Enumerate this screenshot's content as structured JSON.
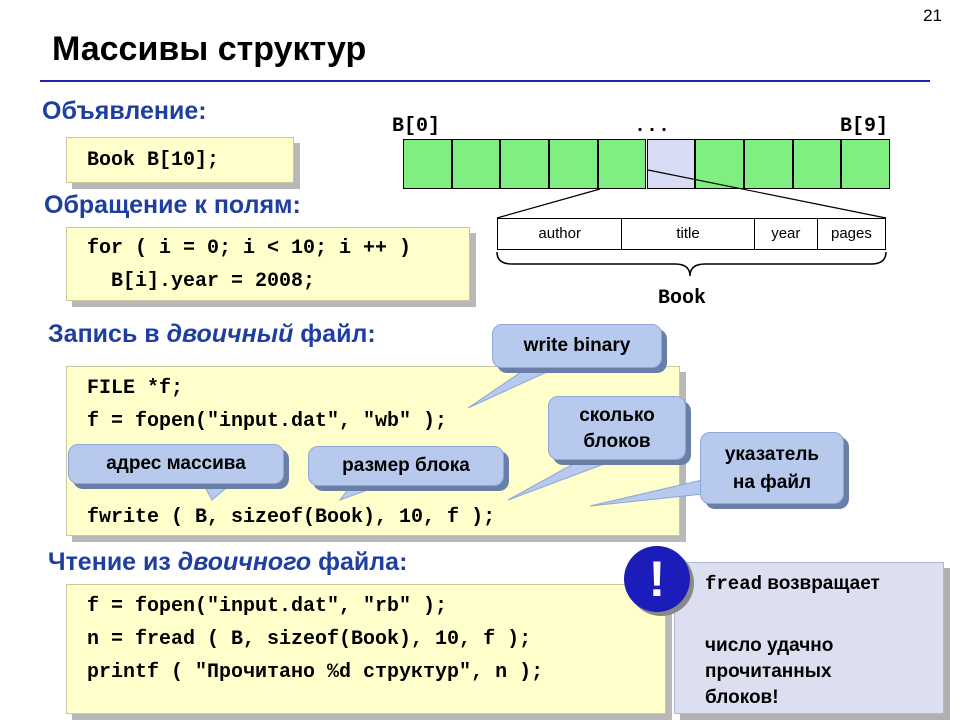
{
  "page_number": "21",
  "title": "Массивы структур",
  "declaration": {
    "heading": "Объявление:",
    "code": "Book B[10];"
  },
  "array_diagram": {
    "label_first": "B[0]",
    "label_middle": "...",
    "label_last": "B[9]",
    "cell_count": 10,
    "highlighted_cell_index": 5,
    "cell_color": "#80ee80",
    "highlight_color": "#d8dcf4",
    "fields": [
      "author",
      "title",
      "year",
      "pages"
    ],
    "struct_label": "Book"
  },
  "field_access": {
    "heading": "Обращение к полям:",
    "lines": [
      "for ( i = 0; i < 10; i ++ )",
      "  B[i].year = 2008;"
    ]
  },
  "binary_write": {
    "heading_prefix": "Запись в ",
    "heading_italic": "двоичный",
    "heading_suffix": " файл:",
    "lines": [
      "FILE *f;",
      "f = fopen(\"input.dat\", \"wb\" );",
      "fwrite ( B, sizeof(Book), 10, f );"
    ]
  },
  "callouts": {
    "write_binary": "write binary",
    "count_line1": "сколько",
    "count_line2": "блоков",
    "array_address": "адрес массива",
    "block_size": "размер блока",
    "file_pointer_line1": "указатель",
    "file_pointer_line2": "на файл"
  },
  "binary_read": {
    "heading_prefix": "Чтение из ",
    "heading_italic": "двоичного",
    "heading_suffix": " файла:",
    "lines": [
      "f = fopen(\"input.dat\", \"rb\" );",
      "n = fread ( B, sizeof(Book), 10, f );",
      "printf ( \"Прочитано %d структур\", n );"
    ]
  },
  "note": {
    "exclamation": "!",
    "code_word": "fread",
    "line1_rest": " возвращает",
    "line2": "число удачно",
    "line3": "прочитанных",
    "line4": "блоков!"
  },
  "colors": {
    "heading": "#1f3fa0",
    "code_background": "#ffffcc",
    "callout_background": "#b7c9ec",
    "exclamation_circle": "#1c1cba"
  }
}
